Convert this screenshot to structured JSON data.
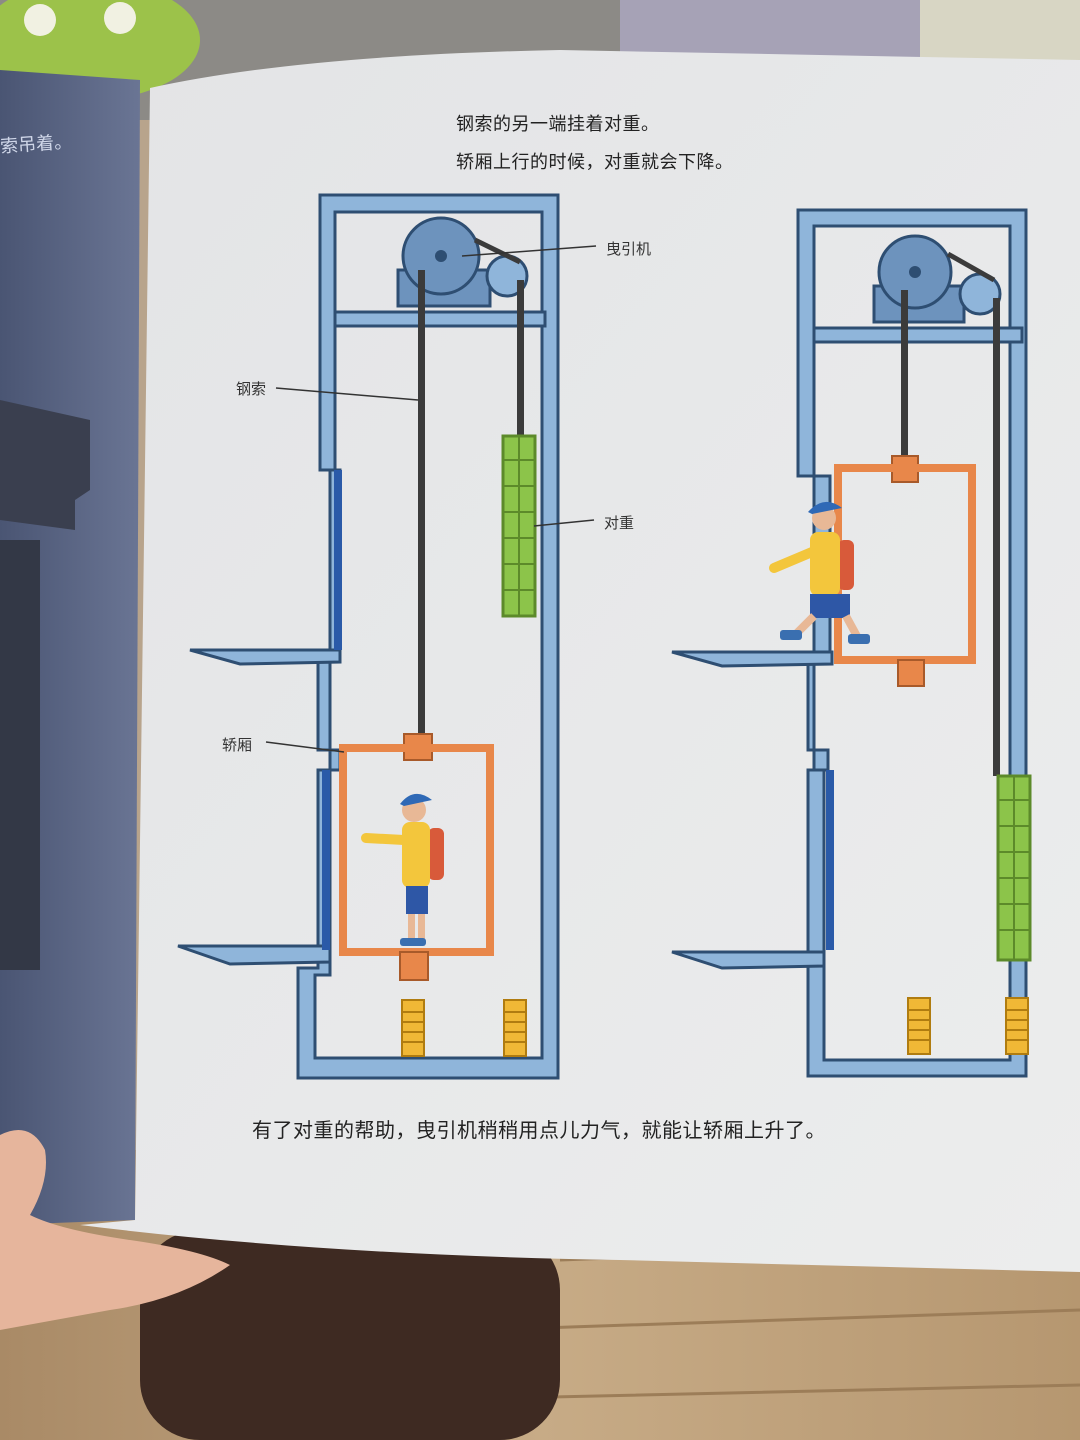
{
  "page": {
    "left_page_text": "索吊着。",
    "top_caption_line1": "钢索的另一端挂着对重。",
    "top_caption_line2": "轿厢上行的时候，对重就会下降。",
    "bottom_caption": "有了对重的帮助，曳引机稍稍用点儿力气，就能让轿厢上升了。"
  },
  "labels": {
    "traction_machine": "曳引机",
    "wire_rope": "钢索",
    "counterweight": "对重",
    "car": "轿厢"
  },
  "colors": {
    "shaft_fill": "#8fb5da",
    "shaft_stroke": "#2e4e72",
    "rope": "#3b3b3b",
    "car": "#e8874a",
    "counterweight": "#8cc44a",
    "buffer": "#f0b836",
    "door": "#2a5aa8",
    "page": "#e6e7e9",
    "book_cover": "#56627f"
  },
  "icons": {
    "boy": "boy-with-backpack-icon",
    "pulley": "sheave-wheel-icon",
    "spring": "buffer-spring-icon"
  }
}
